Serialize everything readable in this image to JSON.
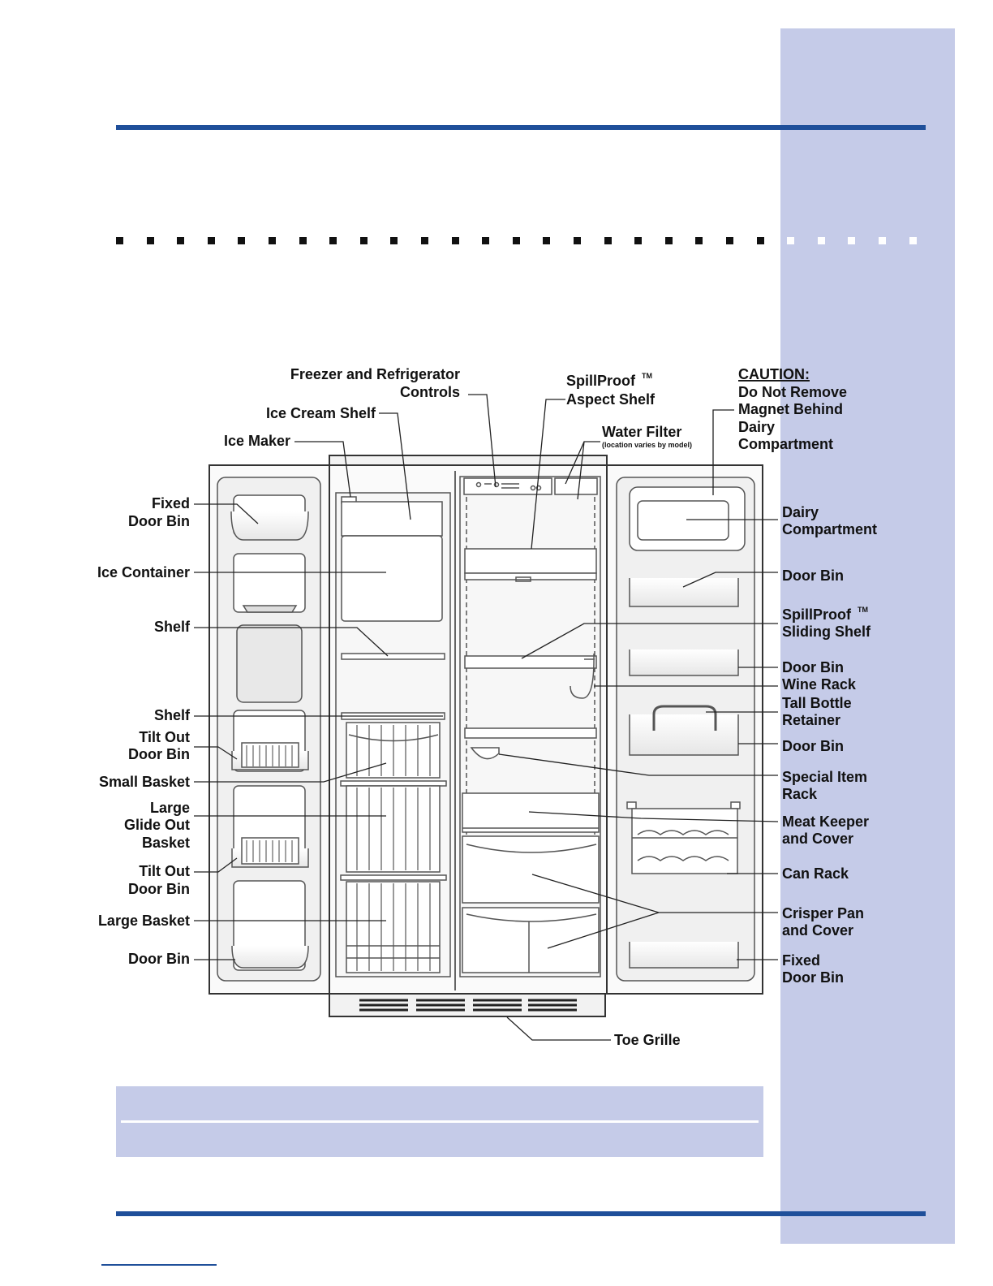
{
  "diagram": {
    "labels": {
      "freezer_controls_1": "Freezer and Refrigerator",
      "freezer_controls_2": "Controls",
      "ice_cream_shelf": "Ice Cream Shelf",
      "ice_maker": "Ice Maker",
      "spillproof_aspect_1": "SpillProof",
      "spillproof_aspect_2": "Aspect Shelf",
      "tm": "TM",
      "water_filter": "Water Filter",
      "water_filter_note": "(location varies by model)",
      "caution_1": "CAUTION:",
      "caution_2": "Do Not Remove",
      "caution_3": "Magnet Behind",
      "caution_4": "Dairy",
      "caution_5": "Compartment",
      "fixed_door_bin_1": "Fixed",
      "fixed_door_bin_2": "Door Bin",
      "ice_container": "Ice Container",
      "shelf": "Shelf",
      "shelf_2": "Shelf",
      "tilt_out_1": "Tilt Out",
      "tilt_out_2": "Door Bin",
      "small_basket": "Small Basket",
      "large_glide_1": "Large",
      "large_glide_2": "Glide Out",
      "large_glide_3": "Basket",
      "tilt_out_b_1": "Tilt Out",
      "tilt_out_b_2": "Door Bin",
      "large_basket": "Large Basket",
      "door_bin_left": "Door Bin",
      "dairy_1": "Dairy",
      "dairy_2": "Compartment",
      "door_bin_r1": "Door Bin",
      "spillproof_sliding_1": "SpillProof",
      "spillproof_sliding_2": "Sliding Shelf",
      "door_bin_r2": "Door Bin",
      "wine_rack": "Wine Rack",
      "tall_bottle_1": "Tall Bottle",
      "tall_bottle_2": "Retainer",
      "door_bin_r3": "Door Bin",
      "special_item_1": "Special Item",
      "special_item_2": "Rack",
      "meat_keeper_1": "Meat Keeper",
      "meat_keeper_2": "and Cover",
      "can_rack": "Can Rack",
      "crisper_1": "Crisper Pan",
      "crisper_2": "and Cover",
      "fixed_door_bin_r_1": "Fixed",
      "fixed_door_bin_r_2": "Door Bin",
      "toe_grille": "Toe Grille"
    }
  },
  "colors": {
    "accent_blue": "#1f4f9a",
    "panel_lavender": "#c5cbe8"
  }
}
